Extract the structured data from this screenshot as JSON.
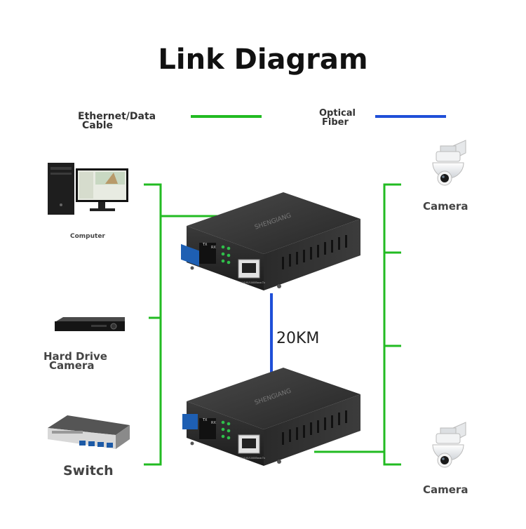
{
  "title": "Link Diagram",
  "legend": {
    "ethernet_line1": "Ethernet/Data",
    "ethernet_line2": "Cable",
    "ethernet_color": "#22bb22",
    "optical_line1": "Optical",
    "optical_line2": "Fiber",
    "optical_color": "#1f4fd8"
  },
  "left_devices": {
    "computer": "Computer",
    "hard_drive_line1": "Hard Drive",
    "hard_drive_line2": "Camera",
    "switch": "Switch"
  },
  "converter": {
    "brand": "SHENGIANG",
    "tx": "TX",
    "rx": "RX",
    "port_label": "10/100/1000Base-Tx"
  },
  "distance": "20KM",
  "cameras": {
    "camera1": "Camera",
    "camera2": "Camera"
  },
  "colors": {
    "device_body": "#2b2b2b",
    "device_top": "#3a3a3a",
    "port_blue": "#1e5fb3"
  }
}
